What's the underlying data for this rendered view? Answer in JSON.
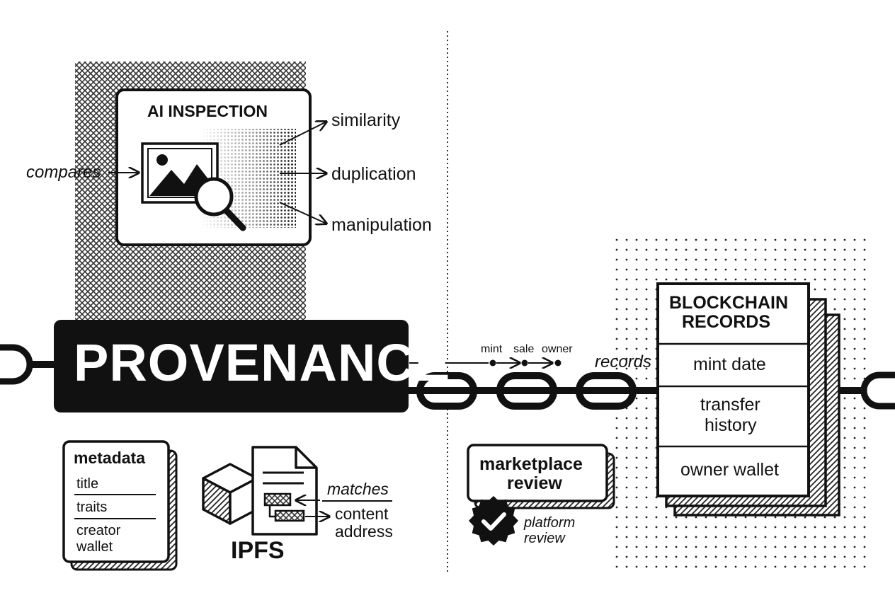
{
  "colors": {
    "ink": "#111111",
    "paper": "#ffffff",
    "hatch": "#9a9a9a"
  },
  "central": {
    "title": "PROVENANCE"
  },
  "ai_inspection": {
    "title": "AI INSPECTION",
    "input_label": "compares",
    "outputs": [
      "similarity",
      "duplication",
      "manipulation"
    ],
    "icons": [
      "image-icon",
      "magnifier-icon"
    ]
  },
  "metadata": {
    "title": "metadata",
    "fields": [
      "title",
      "traits",
      "creator",
      "wallet"
    ]
  },
  "ipfs": {
    "title": "IPFS",
    "relation": "matches",
    "target_line1": "content",
    "target_line2": "address",
    "icons": [
      "cube-icon",
      "document-icon"
    ]
  },
  "timeline": {
    "events": [
      "mint",
      "sale",
      "owner"
    ]
  },
  "chain_label": "records",
  "marketplace": {
    "title_line1": "marketplace",
    "title_line2": "review",
    "badge_line1": "platform",
    "badge_line2": "review",
    "icons": [
      "verified-badge-icon"
    ]
  },
  "blockchain": {
    "title_line1": "BLOCKCHAIN",
    "title_line2": "RECORDS",
    "rows": [
      {
        "line1": "mint date",
        "line2": ""
      },
      {
        "line1": "transfer",
        "line2": "history"
      },
      {
        "line1": "owner wallet",
        "line2": ""
      }
    ]
  }
}
